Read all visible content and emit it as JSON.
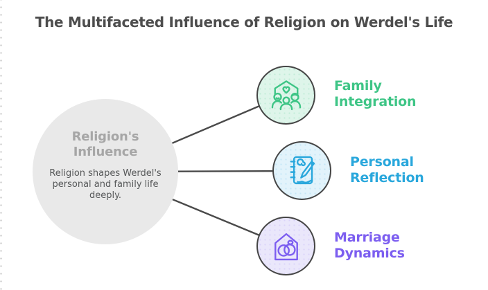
{
  "title": "The Multifaceted Influence of Religion on Werdel's Life",
  "center": {
    "heading": "Religion's Influence",
    "description": "Religion shapes Werdel's personal and family life deeply."
  },
  "nodes": [
    {
      "label": "Family Integration",
      "icon": "family-house-heart-icon",
      "accent": "#3ec586",
      "fill": "#def5ea"
    },
    {
      "label": "Personal Reflection",
      "icon": "journal-pen-icon",
      "accent": "#29a7dc",
      "fill": "#e2f3fb"
    },
    {
      "label": "Marriage Dynamics",
      "icon": "wedding-rings-house-icon",
      "accent": "#7c5ef0",
      "fill": "#eae7fb"
    }
  ],
  "colors": {
    "title_text": "#4d4d4d",
    "connector_line": "#4a4a4a",
    "node_border": "#454545",
    "center_circle_fill": "#e9e9e9",
    "center_heading_text": "#a6a6a6",
    "center_description_text": "#565859"
  }
}
